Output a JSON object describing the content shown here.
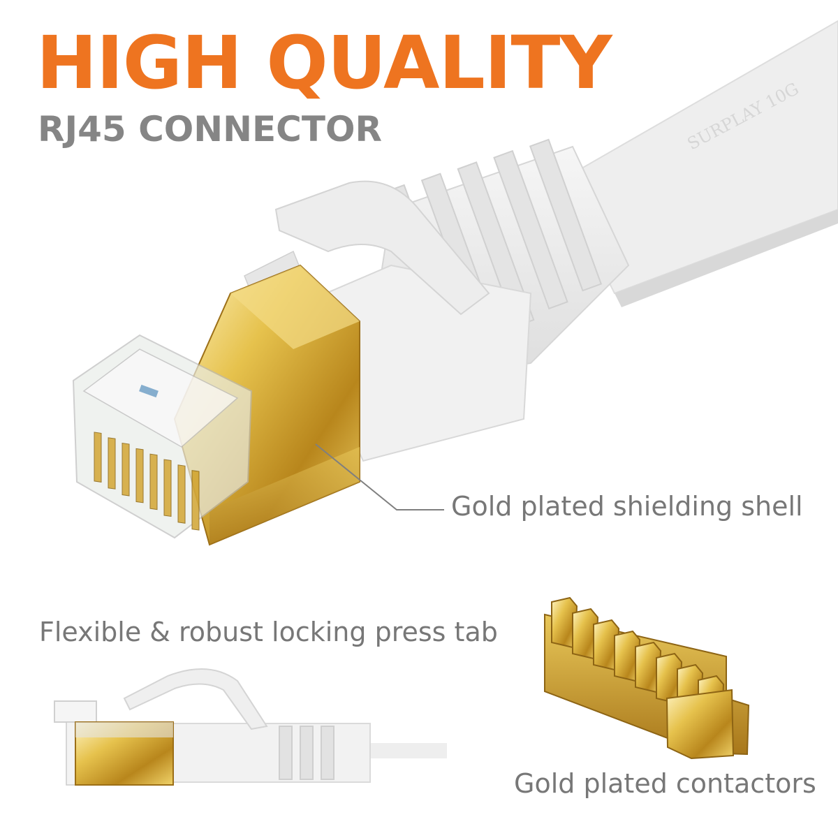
{
  "heading": {
    "title": "HIGH QUALITY",
    "subtitle": "RJ45 CONNECTOR"
  },
  "cable": {
    "brand_text": "SURPLAY 10G"
  },
  "callouts": {
    "shell": "Gold plated shielding shell",
    "tab": "Flexible & robust locking press tab",
    "contactors": "Gold plated contactors"
  },
  "colors": {
    "title": "#ee7420",
    "subtitle": "#858585",
    "gold": "#d4a72c",
    "cable": "#ececec"
  }
}
